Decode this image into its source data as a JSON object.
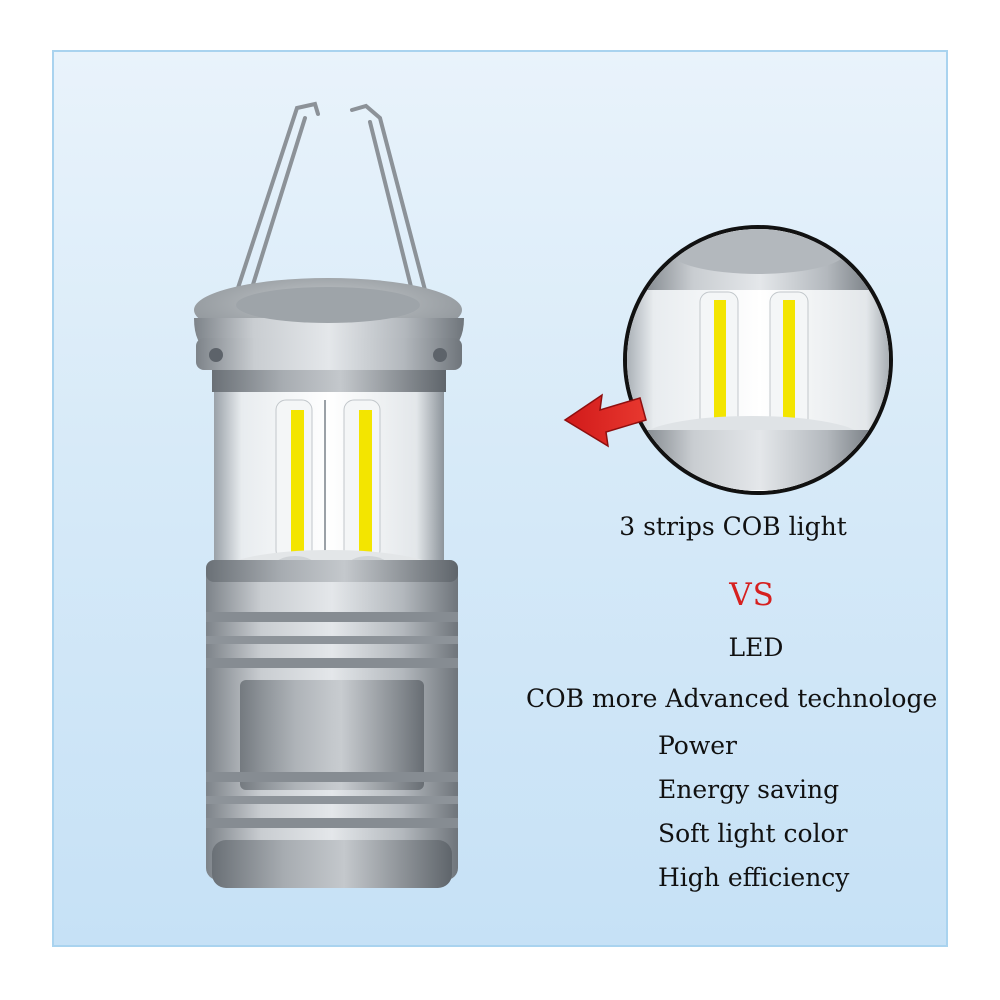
{
  "caption": "3 strips COB light",
  "vs_label": "VS",
  "compare_label": "LED",
  "tagline": "COB  more Advanced technologe",
  "features": [
    "Power",
    "Energy saving",
    "Soft light color",
    "High efficiency"
  ],
  "colors": {
    "background": "#d7eaf8",
    "border": "#a9d3ef",
    "accent_red": "#d6201f",
    "cob_yellow": "#f3e500",
    "body_silver": "#b4b9bf"
  },
  "icons": [
    "lantern-image",
    "magnifier-circle",
    "red-arrow-icon"
  ]
}
